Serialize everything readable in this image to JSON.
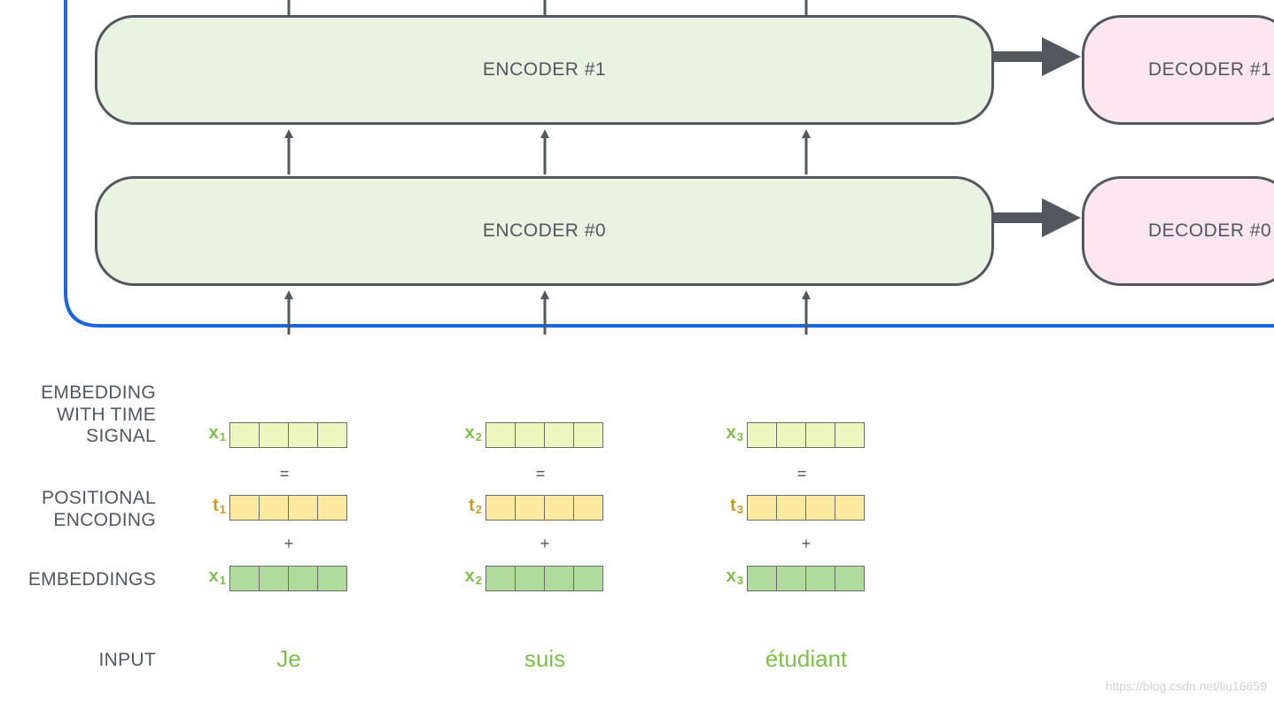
{
  "encoders": [
    {
      "label": "ENCODER #1"
    },
    {
      "label": "ENCODER #0"
    }
  ],
  "decoders": [
    {
      "label": "DECODER #1"
    },
    {
      "label": "DECODER #0"
    }
  ],
  "row_labels": {
    "embedding_with_time_signal": [
      "EMBEDDING",
      "WITH TIME",
      "SIGNAL"
    ],
    "positional_encoding": [
      "POSITIONAL",
      "ENCODING"
    ],
    "embeddings": "EMBEDDINGS",
    "input": "INPUT"
  },
  "tokens": [
    {
      "word": "Je",
      "ts_var": "x",
      "ts_sub": "1",
      "pe_var": "t",
      "pe_sub": "1",
      "emb_var": "x",
      "emb_sub": "1"
    },
    {
      "word": "suis",
      "ts_var": "x",
      "ts_sub": "2",
      "pe_var": "t",
      "pe_sub": "2",
      "emb_var": "x",
      "emb_sub": "2"
    },
    {
      "word": "étudiant",
      "ts_var": "x",
      "ts_sub": "3",
      "pe_var": "t",
      "pe_sub": "3",
      "emb_var": "x",
      "emb_sub": "3"
    }
  ],
  "operators": {
    "equals": "=",
    "plus": "+"
  },
  "vector_size": 4,
  "colors": {
    "stroke": "#53575e",
    "encoder_stack_border": "#1a66e0",
    "encoder_fill": "#e8f3e2",
    "decoder_fill": "#fce6f0",
    "time_signal_cell": "#eef6c0",
    "positional_cell": "#fde9a0",
    "embedding_cell": "#afdb9c",
    "word_green": "#7ebf4a",
    "positional_gold": "#c79a22"
  },
  "watermark": "https://blog.csdn.net/liu16659"
}
